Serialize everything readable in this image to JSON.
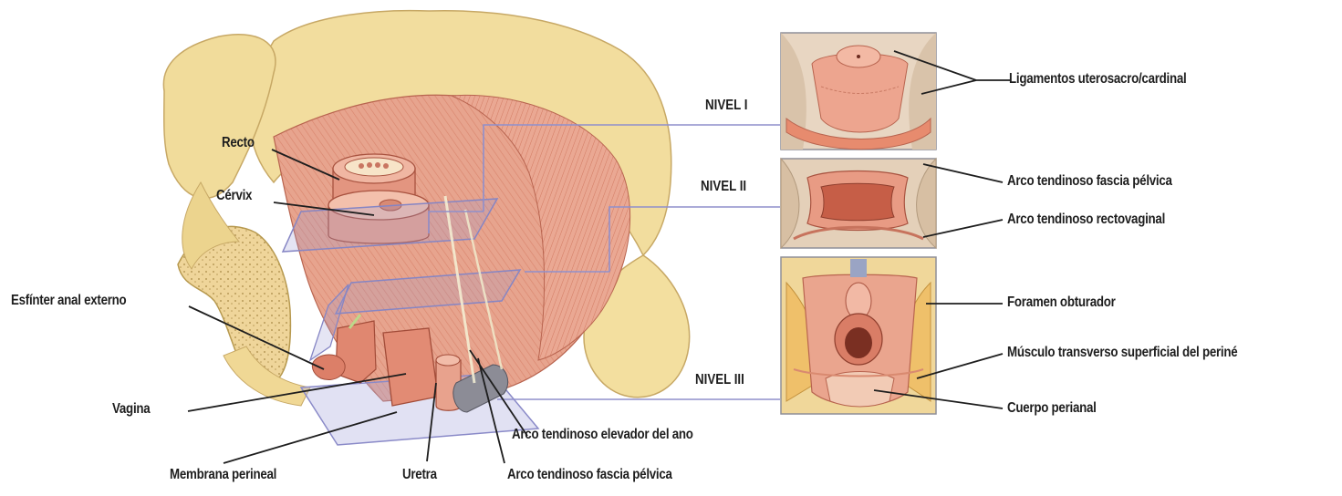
{
  "labels": {
    "recto": "Recto",
    "cervix": "Cérvix",
    "esfinter": "Esfínter anal externo",
    "vagina": "Vagina",
    "membrana": "Membrana perineal",
    "uretra": "Uretra",
    "arco_elevador": "Arco tendinoso elevador del ano",
    "arco_fascia_bottom": "Arco tendinoso fascia pélvica",
    "ligamentos": "Ligamentos uterosacro/cardinal",
    "arco_fascia_right": "Arco tendinoso fascia pélvica",
    "arco_recto": "Arco tendinoso rectovaginal",
    "foramen": "Foramen obturador",
    "musculo": "Músculo transverso superficial del periné",
    "cuerpo": "Cuerpo perianal"
  },
  "levels": {
    "n1": "NIVEL I",
    "n2": "NIVEL II",
    "n3": "NIVEL III"
  },
  "colors": {
    "bone": "#f3e0a3",
    "bone_shade": "#d9bf7a",
    "muscle": "#e8a08a",
    "muscle_dark": "#c96a55",
    "fascia": "#8f8fc8",
    "panel_bg": "#f2ddc8",
    "leader": "#1e1e1e"
  }
}
